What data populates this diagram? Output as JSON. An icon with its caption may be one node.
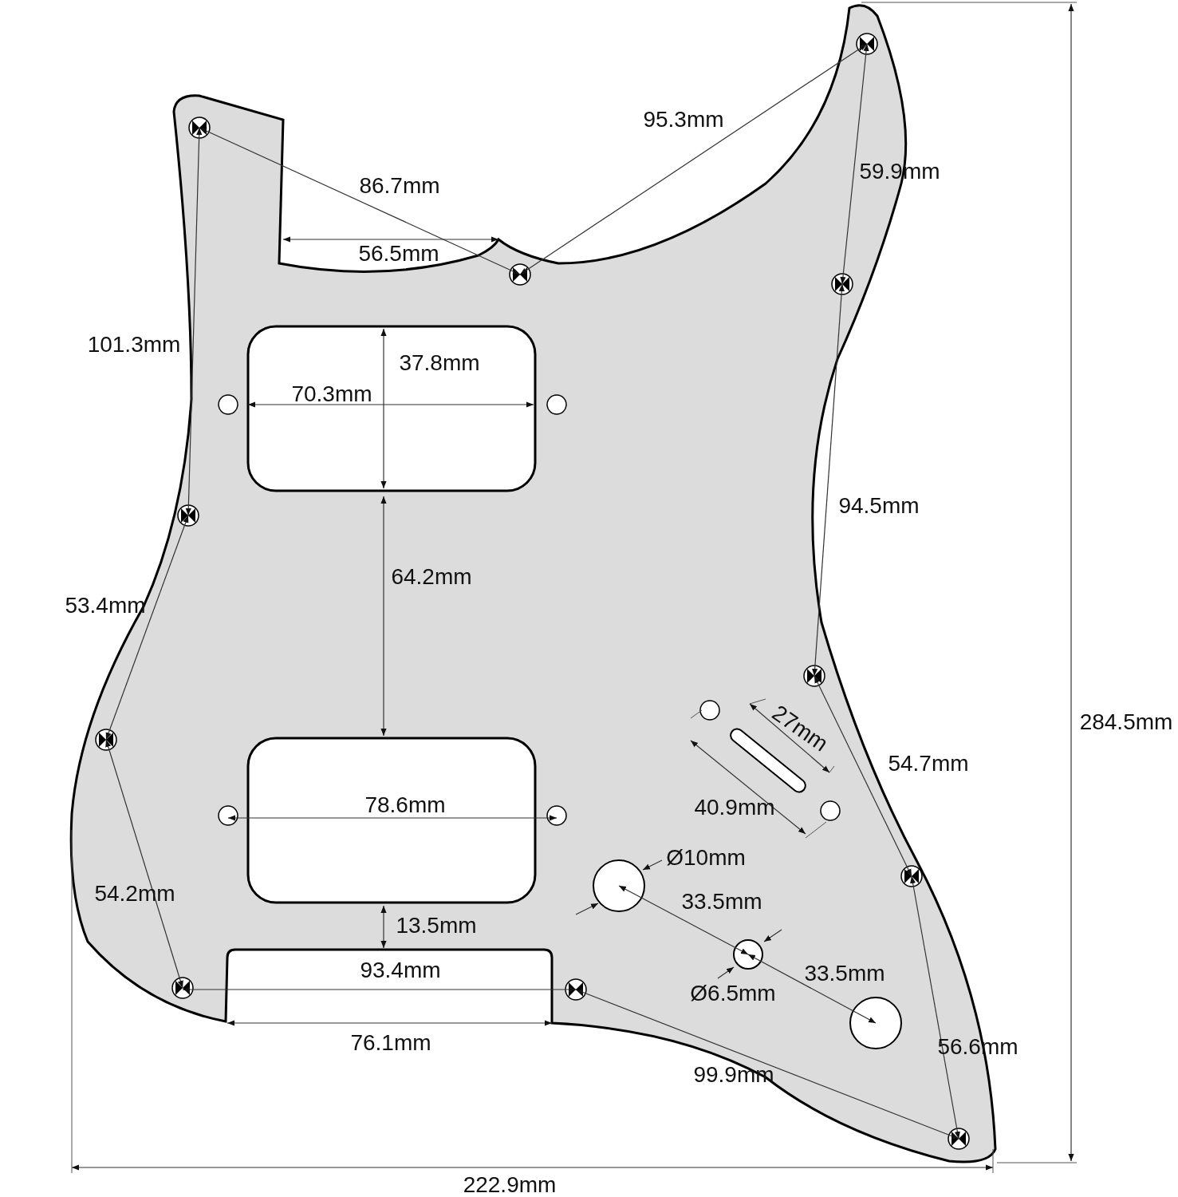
{
  "diagram": {
    "labels": [
      "95.3mm",
      "59.9mm",
      "86.7mm",
      "56.5mm",
      "101.3mm",
      "37.8mm",
      "70.3mm",
      "94.5mm",
      "64.2mm",
      "53.4mm",
      "284.5mm",
      "27mm",
      "54.7mm",
      "78.6mm",
      "40.9mm",
      "Ø10mm",
      "33.5mm",
      "54.2mm",
      "13.5mm",
      "93.4mm",
      "33.5mm",
      "Ø6.5mm",
      "56.6mm",
      "76.1mm",
      "99.9mm",
      "222.9mm"
    ]
  }
}
